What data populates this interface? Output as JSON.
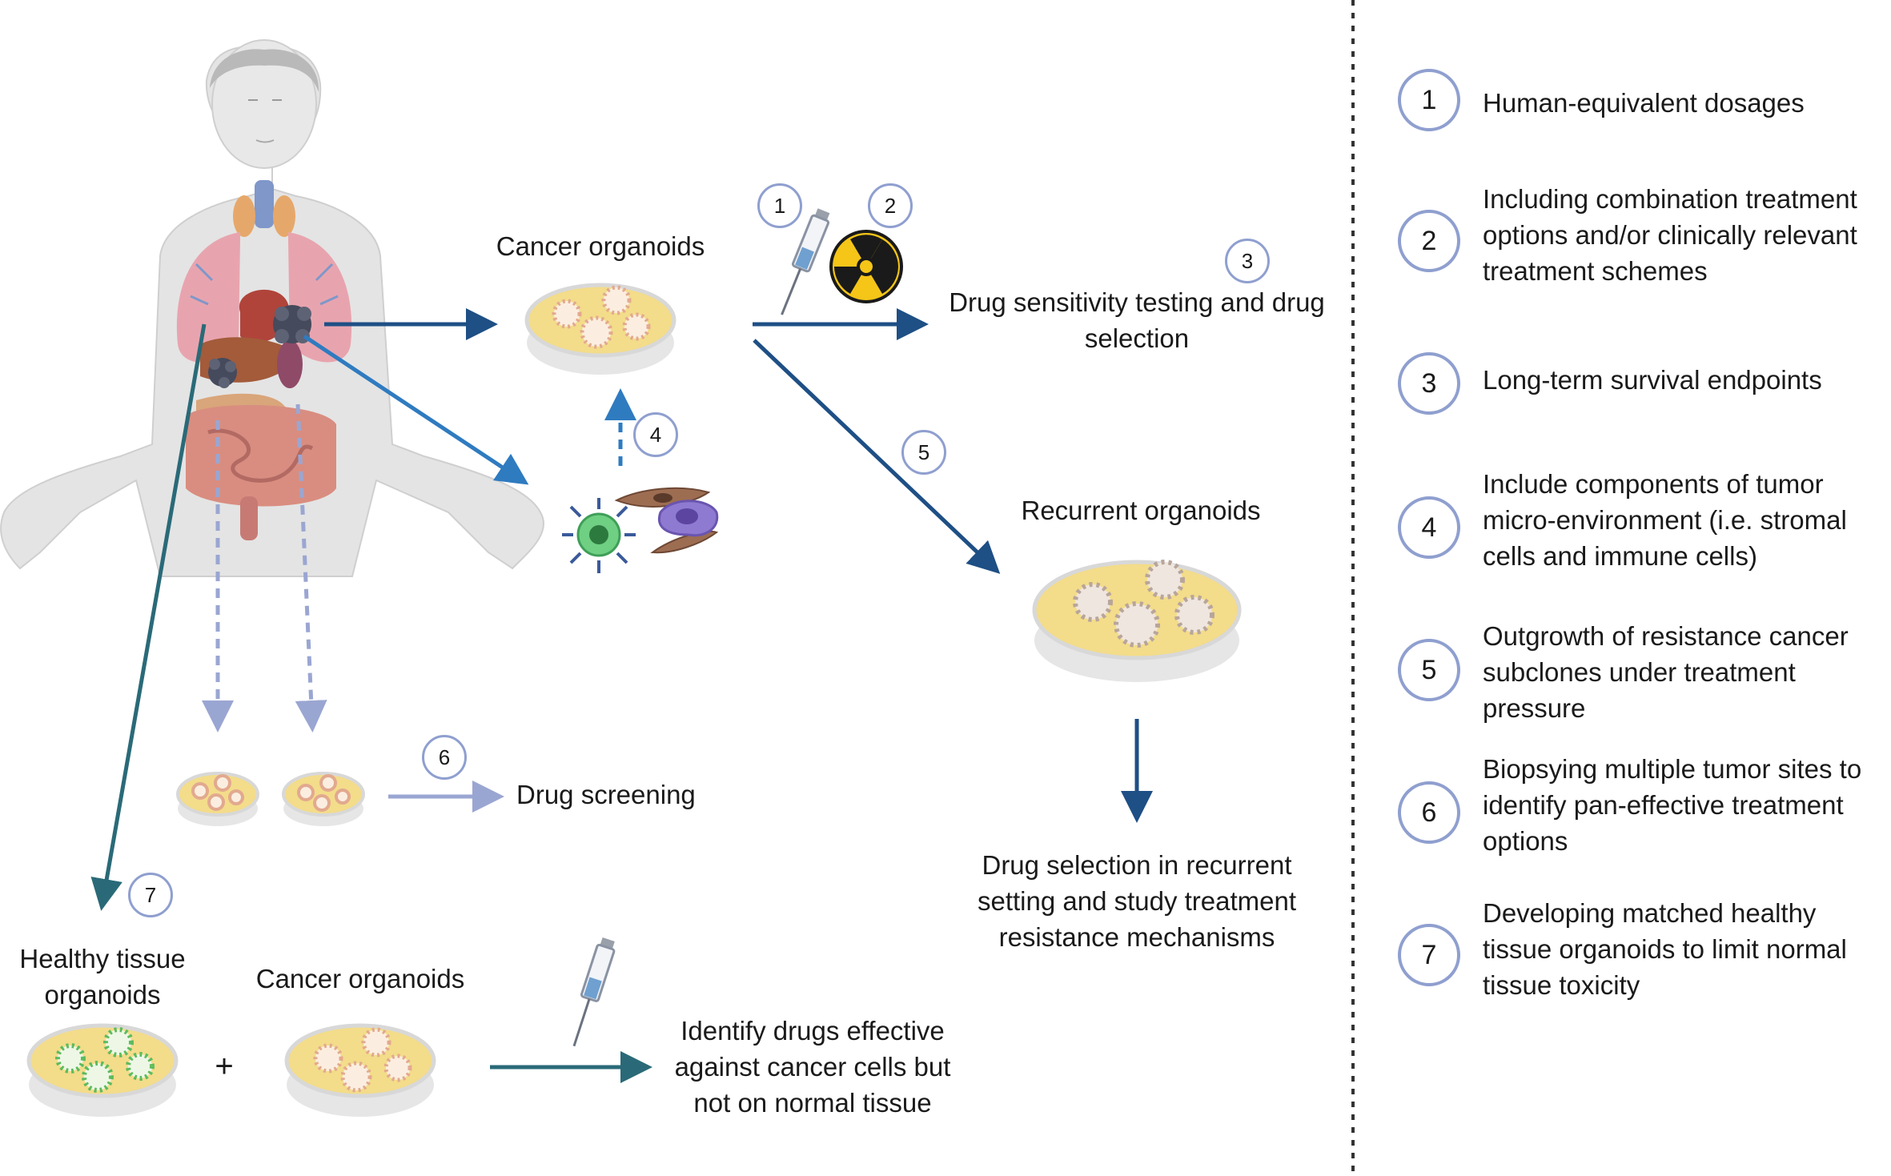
{
  "flow": {
    "cancer_organoids_top": "Cancer organoids",
    "drug_sensitivity": "Drug sensitivity testing and drug\nselection",
    "recurrent_organoids": "Recurrent organoids",
    "drug_selection_recurrent": "Drug selection in recurrent\nsetting and study treatment\nresistance mechanisms",
    "drug_screening": "Drug screening",
    "healthy_tissue": "Healthy tissue\norganoids",
    "cancer_organoids_bottom": "Cancer organoids",
    "plus": "+",
    "identify_drugs": "Identify drugs effective\nagainst cancer cells but\nnot on normal tissue"
  },
  "step_badges": [
    "1",
    "2",
    "3",
    "4",
    "5",
    "6",
    "7"
  ],
  "legend": [
    {
      "num": "1",
      "text": "Human-equivalent dosages"
    },
    {
      "num": "2",
      "text": "Including combination treatment\noptions and/or clinically relevant\ntreatment schemes"
    },
    {
      "num": "3",
      "text": "Long-term survival endpoints"
    },
    {
      "num": "4",
      "text": "Include components of tumor\nmicro-environment (i.e. stromal\ncells and immune cells)"
    },
    {
      "num": "5",
      "text": "Outgrowth of resistance cancer\nsubclones under treatment\npressure"
    },
    {
      "num": "6",
      "text": "Biopsying multiple tumor sites to\nidentify pan-effective treatment\noptions"
    },
    {
      "num": "7",
      "text": "Developing matched healthy\ntissue organoids to limit normal\ntissue toxicity"
    }
  ],
  "colors": {
    "dark_blue": "#1e4f85",
    "mid_blue": "#2f7bc0",
    "teal": "#2a6a78",
    "lavender": "#9aa6d2",
    "badge_border": "#8f9fcf",
    "dish_fill": "#f3dc8a"
  },
  "icons": [
    "human-body-icon",
    "syringe-icon",
    "radiation-icon",
    "stromal-cell-icon",
    "immune-cell-icon",
    "petri-dish-icon"
  ]
}
